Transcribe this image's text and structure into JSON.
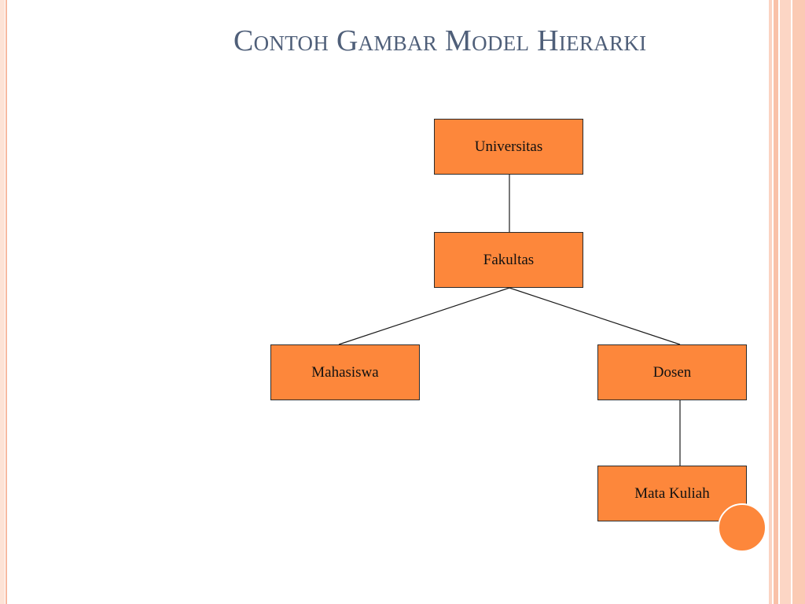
{
  "slide": {
    "title": "Contoh Gambar Model Hierarki"
  },
  "diagram": {
    "nodes": [
      {
        "id": "universitas",
        "label": "Universitas"
      },
      {
        "id": "fakultas",
        "label": "Fakultas"
      },
      {
        "id": "mahasiswa",
        "label": "Mahasiswa"
      },
      {
        "id": "dosen",
        "label": "Dosen"
      },
      {
        "id": "mata-kuliah",
        "label": "Mata Kuliah"
      }
    ],
    "edges": [
      {
        "from": "universitas",
        "to": "fakultas"
      },
      {
        "from": "fakultas",
        "to": "mahasiswa"
      },
      {
        "from": "fakultas",
        "to": "dosen"
      },
      {
        "from": "dosen",
        "to": "mata-kuliah"
      }
    ]
  },
  "colors": {
    "node_fill": "#fd873b",
    "title": "#4f5f79",
    "border_stripe": "#f9c1a8"
  }
}
